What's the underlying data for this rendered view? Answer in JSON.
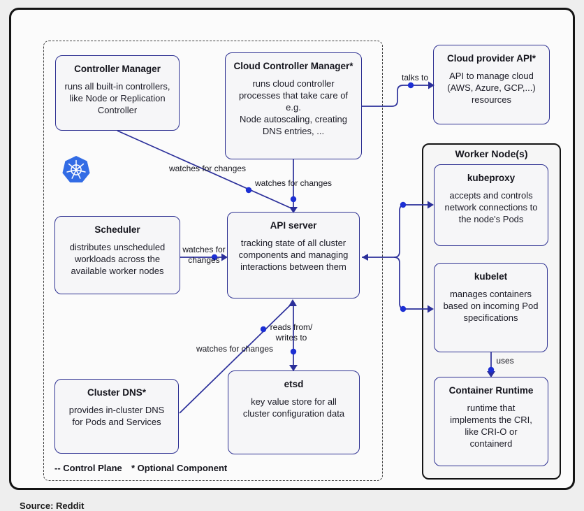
{
  "colors": {
    "accent_navy": "#2e3192",
    "line_navy": "#2b2f9a",
    "dot_blue": "#1c2fd4",
    "k8s_blue": "#326ce5",
    "frame_black": "#141414"
  },
  "icons": {
    "kubernetes_logo": "kubernetes-helm-wheel"
  },
  "source_note": "Source: Reddit",
  "control_plane": {
    "legend": {
      "control_plane": "-- Control Plane",
      "optional": "* Optional Component"
    },
    "controller_manager": {
      "title": "Controller Manager",
      "body": "runs all built-in controllers,\nlike Node or Replication\nController"
    },
    "cloud_controller_manager": {
      "title": "Cloud Controller Manager*",
      "body": "runs cloud controller\nprocesses that take care of\ne.g.\nNode autoscaling, creating\nDNS entries, ..."
    },
    "scheduler": {
      "title": "Scheduler",
      "body": "distributes unscheduled\nworkloads across the\navailable worker nodes"
    },
    "api_server": {
      "title": "API server",
      "body": "tracking state of all cluster\ncomponents and managing\ninteractions between them"
    },
    "cluster_dns": {
      "title": "Cluster DNS*",
      "body": "provides in-cluster DNS\nfor Pods and Services"
    },
    "etsd": {
      "title": "etsd",
      "body": "key value store for all\ncluster configuration data"
    }
  },
  "cloud_provider_api": {
    "title": "Cloud provider API*",
    "body": "API to manage cloud\n(AWS, Azure, GCP,...)\nresources"
  },
  "worker_node": {
    "title": "Worker Node(s)",
    "kubeproxy": {
      "title": "kubeproxy",
      "body": "accepts and controls\nnetwork connections to\nthe node's Pods"
    },
    "kubelet": {
      "title": "kubelet",
      "body": "manages containers\nbased on incoming Pod\nspecifications"
    },
    "container_runtime": {
      "title": "Container Runtime",
      "body": "runtime that\nimplements the CRI,\nlike CRI-O or\ncontainerd"
    }
  },
  "connections": {
    "cm_watches": "watches for changes",
    "ccm_watches": "watches for changes",
    "scheduler_watches": "watches for\nchanges",
    "talks_to": "talks to",
    "reads_writes": "reads from/\nwrites to",
    "dns_watches": "watches for changes",
    "uses": "uses"
  }
}
